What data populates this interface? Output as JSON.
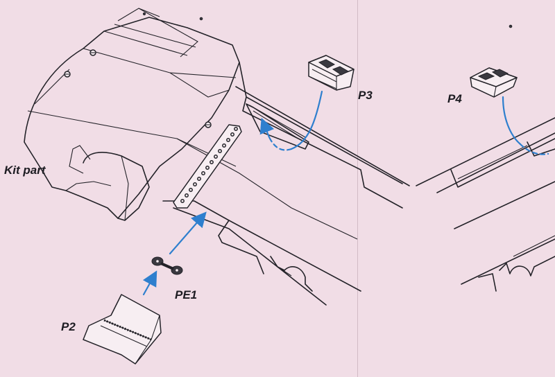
{
  "labels": {
    "kit_part": "Kit part",
    "p3": "P3",
    "p4": "P4",
    "pe1": "PE1",
    "p2": "P2"
  },
  "colors": {
    "paper": "#f1dde6",
    "ink": "#232228",
    "arrow": "#2e7fce"
  }
}
